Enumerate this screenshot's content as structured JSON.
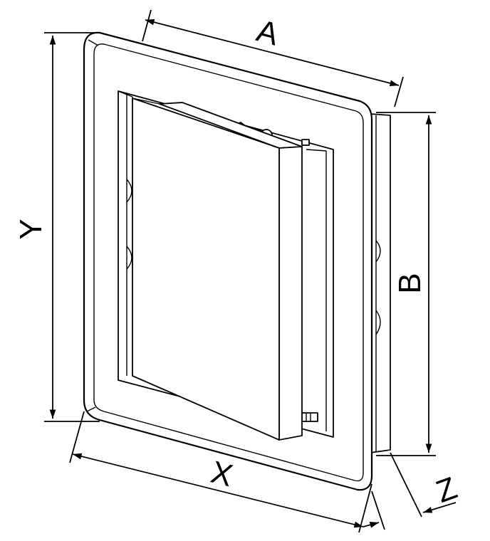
{
  "diagram": {
    "labels": {
      "a": "A",
      "b": "B",
      "x": "X",
      "y": "Y",
      "z": "Z"
    }
  }
}
